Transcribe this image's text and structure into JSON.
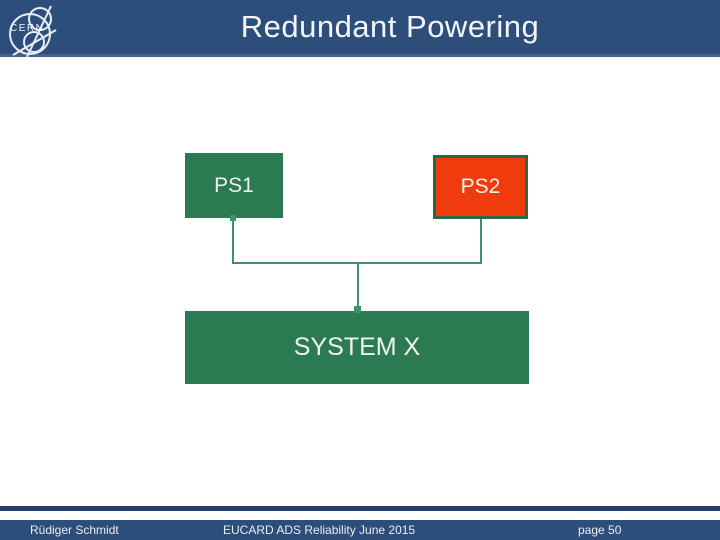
{
  "slide": {
    "title": "Redundant Powering",
    "logo_text": "CERN",
    "footer": {
      "author": "Rüdiger Schmidt",
      "event": "EUCARD ADS Reliability June 2015",
      "page": "page 50"
    }
  },
  "diagram": {
    "type": "block-diagram",
    "nodes": [
      {
        "id": "PS1",
        "label": "PS1",
        "fill": "#2B7A52"
      },
      {
        "id": "PS2",
        "label": "PS2",
        "fill": "#F03B0C",
        "border": "#266B47"
      },
      {
        "id": "SYSTEM_X",
        "label": "SYSTEM X",
        "fill": "#2B7A52"
      }
    ],
    "edges": [
      {
        "from": "PS1",
        "to": "SYSTEM_X"
      },
      {
        "from": "PS2",
        "to": "SYSTEM_X"
      }
    ],
    "edge_color": "#3F8E6D"
  },
  "colors": {
    "header_bg": "#2D4D7B",
    "header_accent": "#40628F",
    "footer_bg": "#2D4D7B",
    "footer_line": "#24426C",
    "title_text": "#F2F5F9",
    "node_green": "#2B7A52",
    "node_red": "#F03B0C",
    "node_red_border": "#266B47",
    "connector_green": "#3F8E6D"
  }
}
